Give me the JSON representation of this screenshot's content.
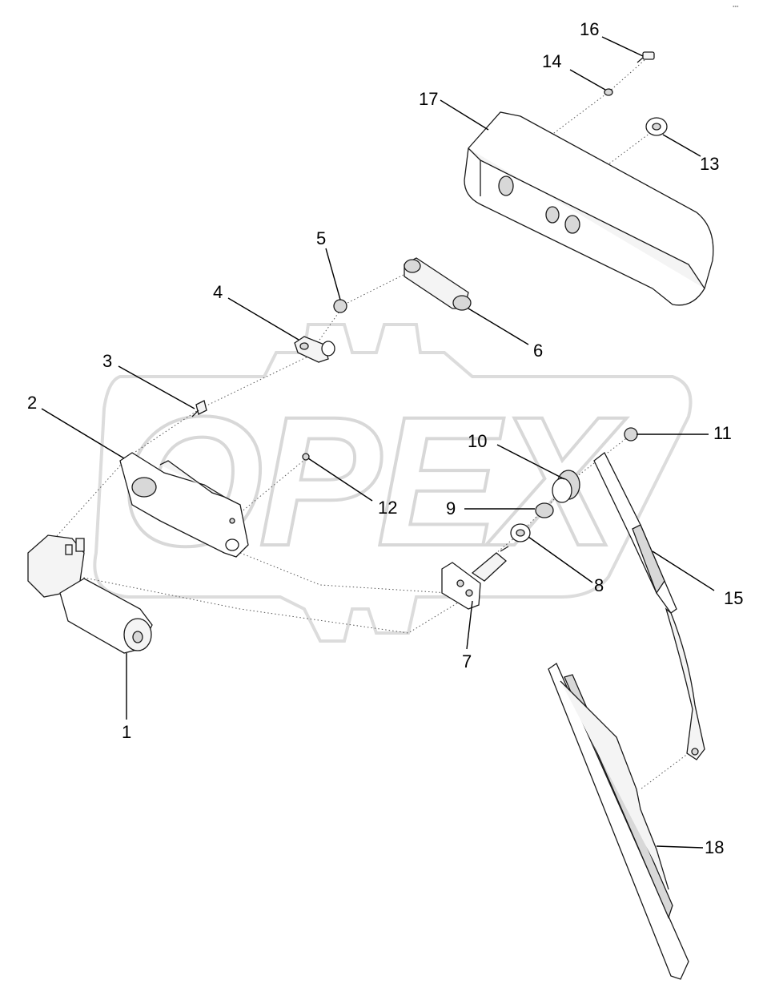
{
  "diagram": {
    "watermark_text": "OPEX",
    "corner_mark": "⬩⬩⬩",
    "callouts": [
      {
        "id": "c1",
        "label": "1"
      },
      {
        "id": "c2",
        "label": "2"
      },
      {
        "id": "c3",
        "label": "3"
      },
      {
        "id": "c4",
        "label": "4"
      },
      {
        "id": "c5",
        "label": "5"
      },
      {
        "id": "c6",
        "label": "6"
      },
      {
        "id": "c7",
        "label": "7"
      },
      {
        "id": "c8",
        "label": "8"
      },
      {
        "id": "c9",
        "label": "9"
      },
      {
        "id": "c10",
        "label": "10"
      },
      {
        "id": "c11",
        "label": "11"
      },
      {
        "id": "c12",
        "label": "12"
      },
      {
        "id": "c13",
        "label": "13"
      },
      {
        "id": "c14",
        "label": "14"
      },
      {
        "id": "c15",
        "label": "15"
      },
      {
        "id": "c16",
        "label": "16"
      },
      {
        "id": "c17",
        "label": "17"
      },
      {
        "id": "c18",
        "label": "18"
      }
    ]
  }
}
